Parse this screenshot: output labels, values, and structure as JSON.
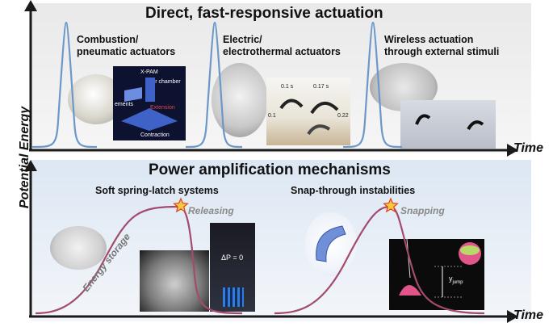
{
  "top_panel": {
    "title": "Direct, fast-responsive actuation",
    "categories": [
      "Combustion/\npneumatic actuators",
      "Electric/\nelectrothermal actuators",
      "Wireless actuation\nthrough external stimuli"
    ]
  },
  "bottom_panel": {
    "title": "Power amplification mechanisms",
    "categories": [
      "Soft spring-latch systems",
      "Snap-through instabilities"
    ],
    "annotations": {
      "release": "Releasing",
      "snap": "Snapping",
      "storage": "Energy storage"
    }
  },
  "axes": {
    "y_label": "Potential Energy",
    "x_label_top": "Time",
    "x_label_bottom": "Time"
  },
  "inset_text": {
    "pam_title": "X-PAM",
    "air_chamber": "Air chamber",
    "elements": "ements",
    "extension": "Extension",
    "contraction": "Contraction",
    "t1": "0.1 s",
    "t2": "0.17 s",
    "c1": "0.1",
    "c2": "0.22",
    "delta_p": "ΔP = 0",
    "y_jump": "y",
    "y_jump_sub": "jump"
  },
  "colors": {
    "pulse_stroke": "#6b98c8",
    "ramp_stroke": "#a24b6e",
    "axis": "#1a1a1a",
    "star_fill": "#f5c842",
    "star_stroke": "#e0401a",
    "annotation": "#8a8a8a"
  }
}
